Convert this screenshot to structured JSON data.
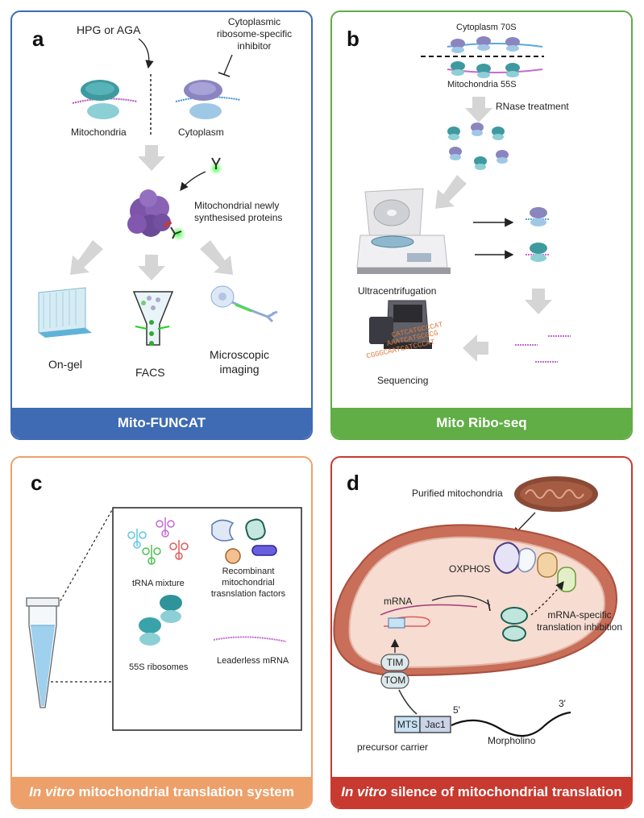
{
  "colors": {
    "panel_a": "#3f6bb4",
    "panel_b": "#61ad46",
    "panel_c": "#eda06a",
    "panel_d": "#c8392f"
  },
  "panel_a": {
    "label": "a",
    "reagent": "HPG or AGA",
    "inhibitor_line1": "Cytoplasmic",
    "inhibitor_line2": "ribosome-specific",
    "inhibitor_line3": "inhibitor",
    "mitochondria": "Mitochondria",
    "cytoplasm": "Cytoplasm",
    "proteins_line1": "Mitochondrial newly",
    "proteins_line2": "synthesised proteins",
    "on_gel": "On-gel",
    "facs": "FACS",
    "imaging_line1": "Microscopic",
    "imaging_line2": "imaging",
    "banner": "Mito-FUNCAT"
  },
  "panel_b": {
    "label": "b",
    "cytoplasm_70s": "Cytoplasm 70S",
    "mito_55s": "Mitochondria 55S",
    "rnase": "RNase treatment",
    "ultracentrifugation": "Ultracentrifugation",
    "sequencing": "Sequencing",
    "seq_line1": "CATCATGCCCAT",
    "seq_line2": "AAATCATGCGCG",
    "seq_line3": "CGGGCAATCATCCCAT",
    "banner": "Mito  Ribo-seq"
  },
  "panel_c": {
    "label": "c",
    "trna": "tRNA mixture",
    "factors_line1": "Recombinant",
    "factors_line2": "mitochondrial",
    "factors_line3": "trasnslation factors",
    "ribosomes": "55S ribosomes",
    "mrna": "Leaderless mRNA",
    "banner_italic": "In vitro",
    "banner_rest": " mitochondrial translation system"
  },
  "panel_d": {
    "label": "d",
    "purified": "Purified mitochondria",
    "oxphos": "OXPHOS",
    "mrna": "mRNA",
    "inhibition_line1": "mRNA-specific",
    "inhibition_line2": "translation inhibition",
    "tim": "TIM",
    "tom": "TOM",
    "mts": "MTS",
    "jac1": "Jac1",
    "five_prime": "5'",
    "three_prime": "3'",
    "morpholino": "Morpholino",
    "carrier": "precursor carrier",
    "banner_italic": "In vitro",
    "banner_rest": " silence of mitochondrial translation"
  }
}
